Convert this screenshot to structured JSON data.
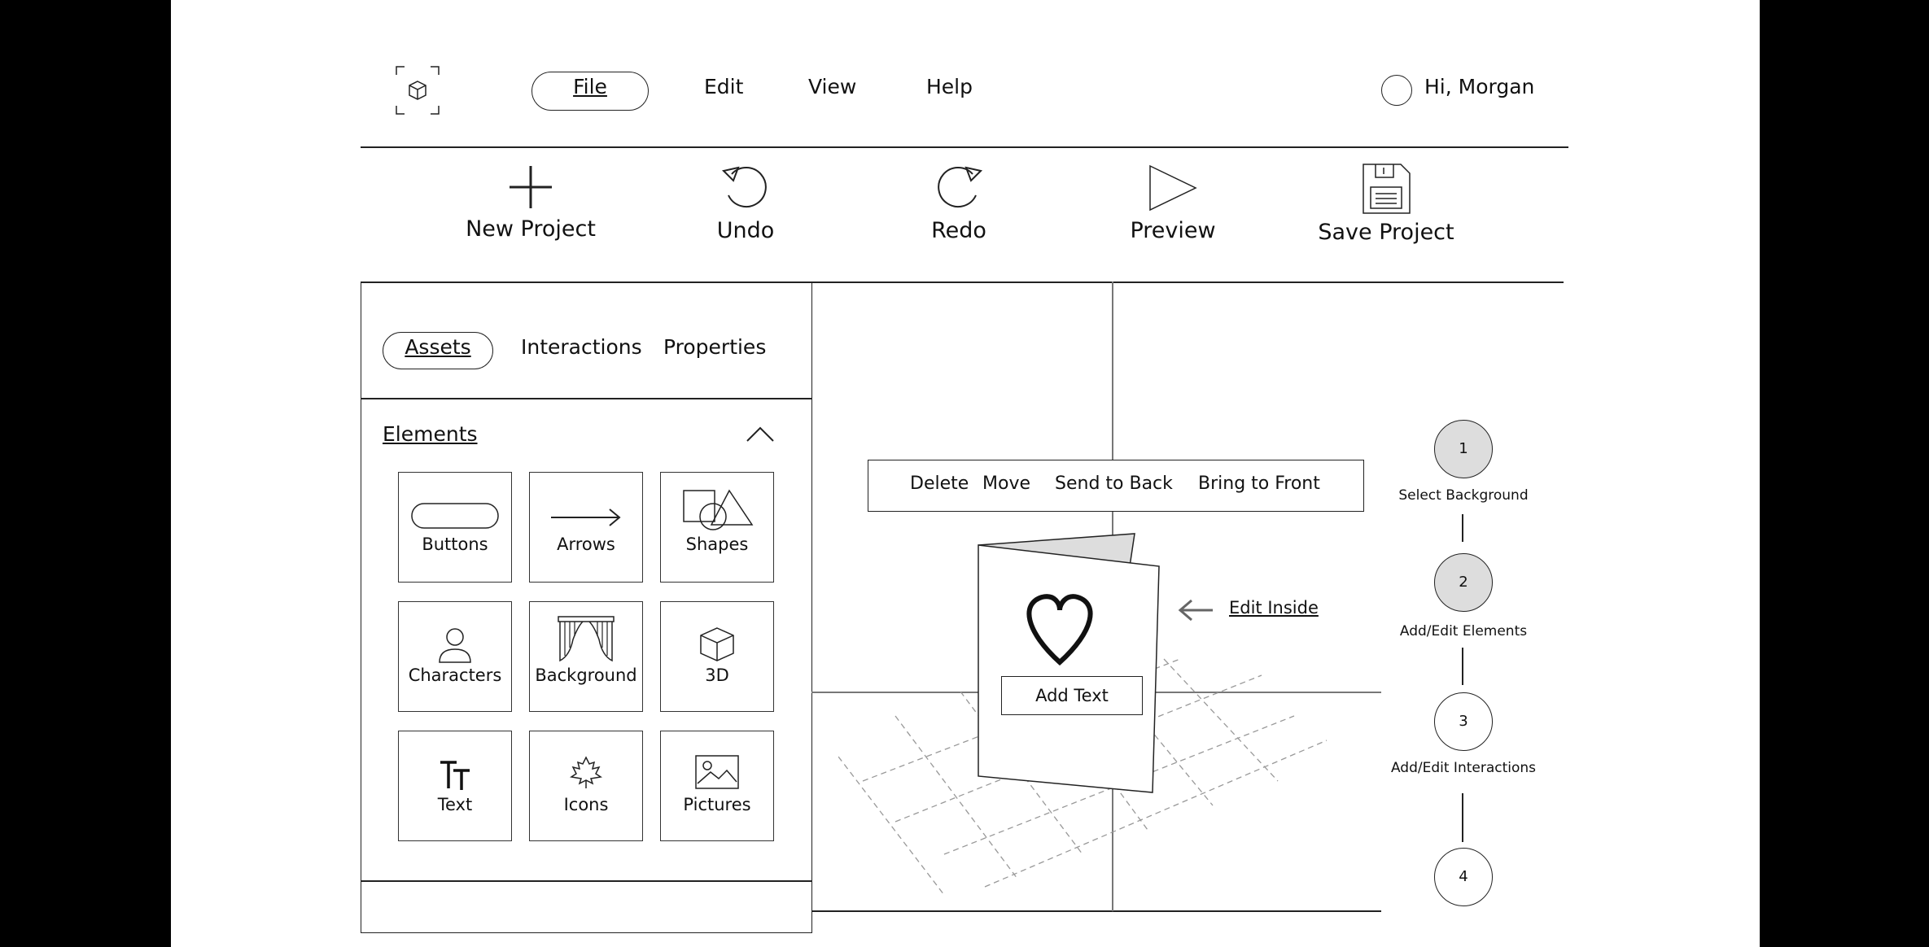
{
  "menu": {
    "items": [
      {
        "label": "File",
        "active": true
      },
      {
        "label": "Edit"
      },
      {
        "label": "View"
      },
      {
        "label": "Help"
      }
    ],
    "user_greeting": "Hi, Morgan"
  },
  "toolbar": {
    "new_project": "New Project",
    "undo": "Undo",
    "redo": "Redo",
    "preview": "Preview",
    "save_project": "Save Project"
  },
  "panel": {
    "tabs": [
      {
        "label": "Assets",
        "active": true
      },
      {
        "label": "Interactions"
      },
      {
        "label": "Properties"
      }
    ],
    "section_title": "Elements",
    "section_expanded": true,
    "tiles": [
      {
        "label": "Buttons",
        "icon": "button-shape-icon"
      },
      {
        "label": "Arrows",
        "icon": "arrow-right-icon"
      },
      {
        "label": "Shapes",
        "icon": "shapes-icon"
      },
      {
        "label": "Characters",
        "icon": "person-icon"
      },
      {
        "label": "Background",
        "icon": "curtains-icon"
      },
      {
        "label": "3D",
        "icon": "cube-icon"
      },
      {
        "label": "Text",
        "icon": "text-icon"
      },
      {
        "label": "Icons",
        "icon": "maple-leaf-icon"
      },
      {
        "label": "Pictures",
        "icon": "picture-icon"
      }
    ]
  },
  "canvas": {
    "context_menu": [
      "Delete",
      "Move",
      "Send to Back",
      "Bring to Front"
    ],
    "card": {
      "add_text": "Add Text",
      "edit_inside": "Edit Inside"
    }
  },
  "steps": [
    {
      "number": "1",
      "label": "Select Background",
      "filled": true
    },
    {
      "number": "2",
      "label": "Add/Edit Elements",
      "filled": true
    },
    {
      "number": "3",
      "label": "Add/Edit Interactions",
      "filled": false
    },
    {
      "number": "4",
      "label": "",
      "filled": false
    }
  ],
  "colors": {
    "ink": "#222222",
    "step_fill": "#dddddd",
    "grid_dash": "#999999",
    "background": "#000000"
  }
}
